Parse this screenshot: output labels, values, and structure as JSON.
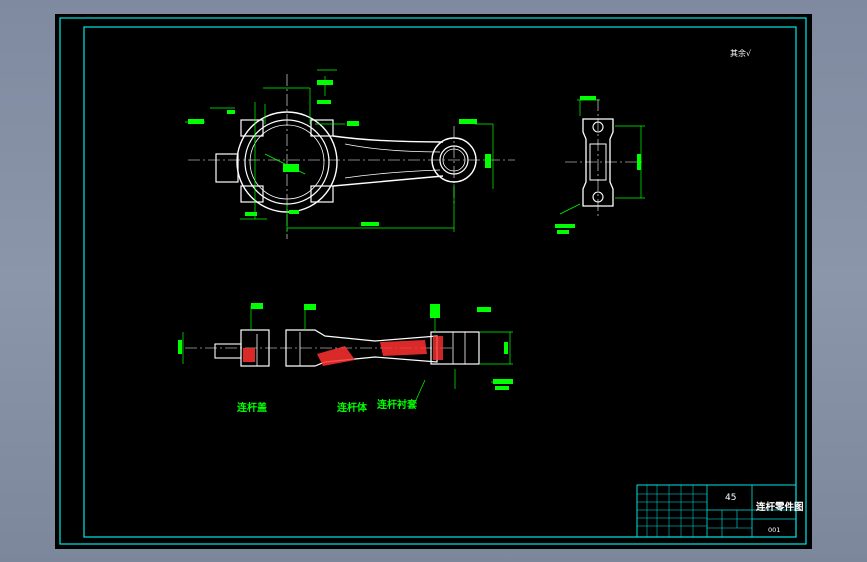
{
  "drawing": {
    "roughness_symbol": "其余√",
    "part_labels": {
      "cap": "连杆盖",
      "body": "连杆体",
      "bushing": "连杆衬套"
    }
  },
  "title_block": {
    "material": "45",
    "title": "连杆零件图",
    "drawing_number": "001"
  },
  "colors": {
    "frame": "#00e5e5",
    "outline": "#ffffff",
    "dimension": "#00ff00",
    "hatch": "#ff3030",
    "background": "#000000"
  }
}
